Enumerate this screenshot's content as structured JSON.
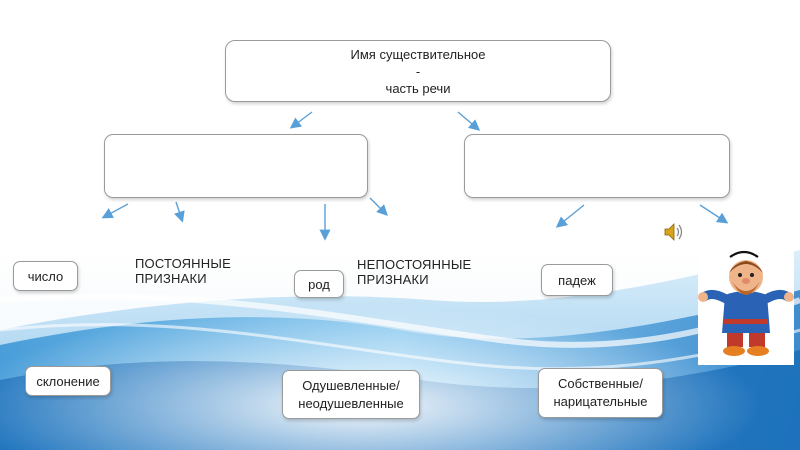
{
  "root": {
    "line1": "Имя существительное",
    "line2": "-",
    "line3": "часть речи"
  },
  "labels": {
    "constant": "ПОСТОЯННЫЕ\nПРИЗНАКИ",
    "variable": "НЕПОСТОЯННЫЕ\nПРИЗНАКИ"
  },
  "items": {
    "number": "число",
    "gender": "род",
    "case": "падеж",
    "declension": "склонение",
    "animate_line1": "Одушевленные/",
    "animate_line2": "неодушевленные",
    "proper_line1": "Собственные/",
    "proper_line2": "нарицательные"
  },
  "colors": {
    "arrow": "#5aa0d8",
    "box_border": "#9a9a9a"
  },
  "icons": {
    "sound": "speaker-icon",
    "character": "cartoon-old-man"
  }
}
